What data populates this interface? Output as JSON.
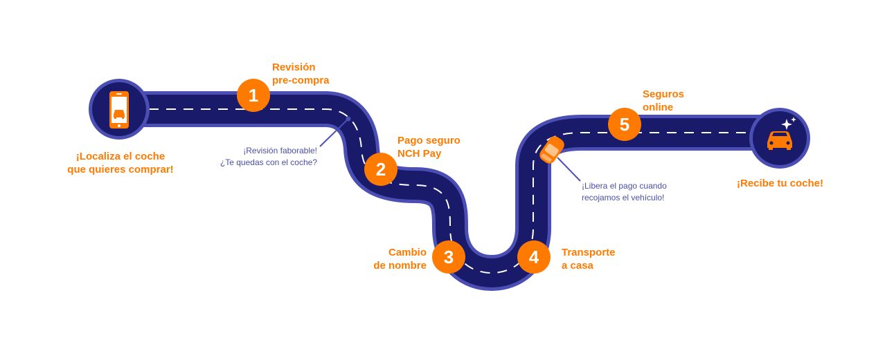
{
  "colors": {
    "road": "#1a1a6b",
    "road_border": "#4b4fb3",
    "accent": "#ff7a00",
    "note_text": "#4a4fa8",
    "dash": "#ffffff"
  },
  "start": {
    "icon": "smartphone-car-icon",
    "label_line1": "¡Localiza el coche",
    "label_line2": "que quieres comprar!"
  },
  "end": {
    "icon": "car-sparkles-icon",
    "label": "¡Recibe tu coche!"
  },
  "steps": [
    {
      "number": "1",
      "line1": "Revisión",
      "line2": "pre-compra"
    },
    {
      "number": "2",
      "line1": "Pago seguro",
      "line2": "NCH Pay"
    },
    {
      "number": "3",
      "line1": "Cambio",
      "line2": "de nombre"
    },
    {
      "number": "4",
      "line1": "Transporte",
      "line2": "a casa"
    },
    {
      "number": "5",
      "line1": "Seguros",
      "line2": "online"
    }
  ],
  "notes": [
    {
      "line1": "¡Revisión faborable!",
      "line2": "¿Te quedas con el coche?"
    },
    {
      "line1": "¡Libera el pago cuando",
      "line2": "recojamos el vehículo!"
    }
  ]
}
